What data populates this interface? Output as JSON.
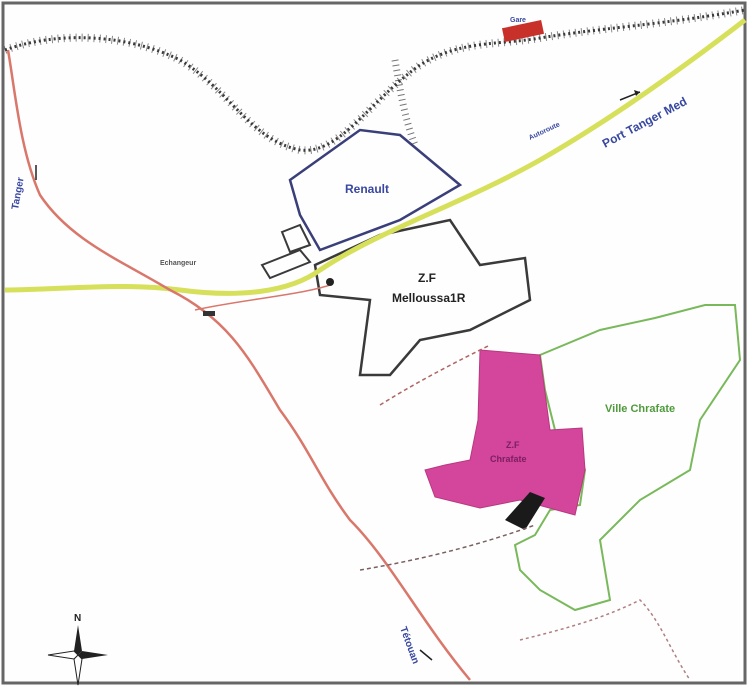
{
  "map": {
    "labels": {
      "gare": "Gare",
      "port_tanger_med": "Port Tanger Med",
      "renault": "Renault",
      "zf_melloussa_1": "Z.F",
      "zf_melloussa_2": "Melloussa1R",
      "ville_chrafate": "Ville Chrafate",
      "zf_pink_1": "Z.F",
      "zf_pink_2": "Chrafate",
      "tanger": "Tanger",
      "tetouan": "Tétouan",
      "autoroute": "Autoroute",
      "echangeur": "Echangeur",
      "north": "N"
    },
    "colors": {
      "highway": "#d6e05a",
      "railway": "#3a3a3a",
      "road": "#d9776b",
      "renault_outline": "#3a3f7a",
      "zf_outline": "#3a3a3a",
      "ville_outline": "#79b95c",
      "zf_pink": "#d4459c",
      "station": "#c8302a",
      "label_blue": "#3848a0",
      "label_green": "#4f9a3c",
      "label_pink": "#7a1f60"
    }
  }
}
